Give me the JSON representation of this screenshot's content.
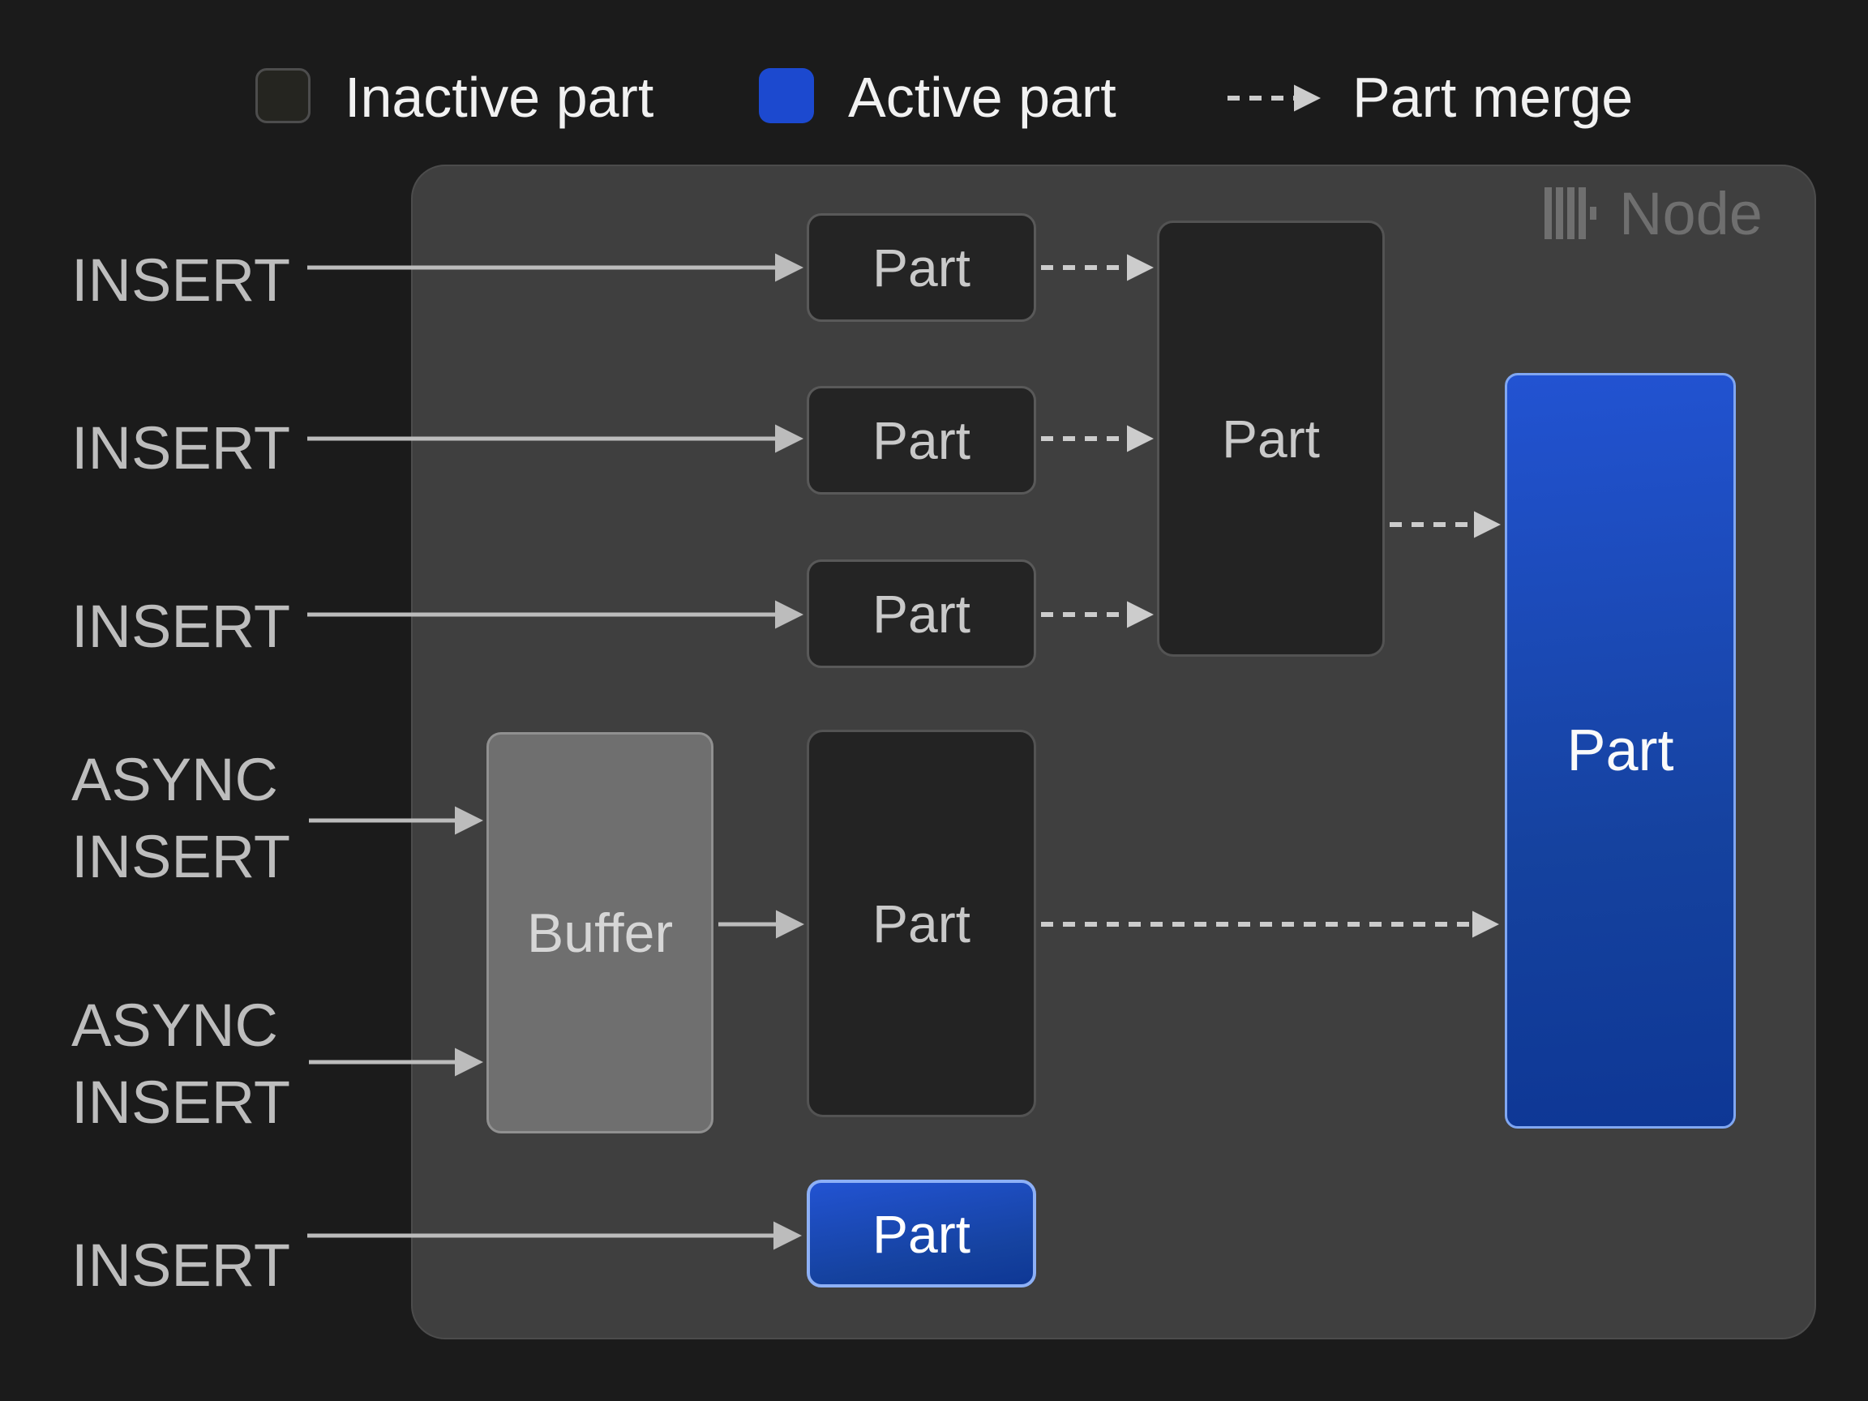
{
  "legend": {
    "inactive_label": "Inactive part",
    "active_label": "Active part",
    "merge_label": "Part merge"
  },
  "node": {
    "label": "Node"
  },
  "inputs": [
    "INSERT",
    "INSERT",
    "INSERT",
    "ASYNC INSERT",
    "ASYNC INSERT",
    "INSERT"
  ],
  "boxes": {
    "part1": "Part",
    "part2": "Part",
    "part3": "Part",
    "merge_part": "Part",
    "active_part": "Part",
    "buffer": "Buffer",
    "buffer_part": "Part",
    "inserted_part": "Part"
  },
  "colors": {
    "background": "#1b1b1b",
    "node_fill": "#3f3f3f",
    "inactive_fill": "#242424",
    "active_blue": "#1c49cf",
    "active_border": "#85abf4",
    "buffer_fill": "#6f6f6f",
    "arrow_gray": "#bcbcbc",
    "dashed_arrow_gray": "#cccccc"
  }
}
